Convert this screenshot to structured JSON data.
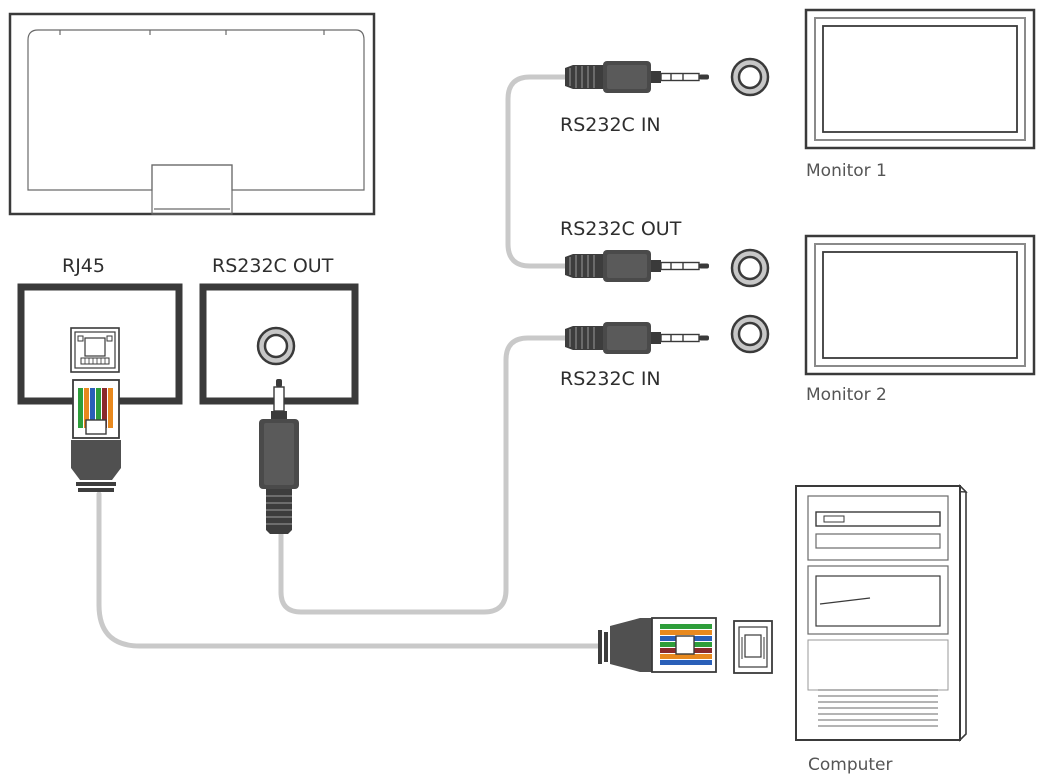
{
  "labels": {
    "rj45": "RJ45",
    "rs232c_out_display": "RS232C OUT",
    "rs232c_in_monitor1": "RS232C IN",
    "rs232c_out_monitor1": "RS232C OUT",
    "rs232c_in_monitor2": "RS232C IN",
    "monitor1": "Monitor 1",
    "monitor2": "Monitor 2",
    "computer": "Computer"
  },
  "colors": {
    "outline": "#3a3a3a",
    "cable": "#c9c9c9",
    "plug_dark": "#3d3d3d",
    "plug_body": "#505050",
    "wire_orange": "#e8891e",
    "wire_green": "#2e9e3a",
    "wire_blue": "#2a5fb8",
    "wire_brown": "#8a2a2a"
  },
  "icons": {
    "rj45_port": "ethernet-port-icon",
    "audio_jack": "stereo-jack-icon",
    "rj45_plug": "rj45-plug-icon",
    "jack_plug": "3.5mm-plug-icon"
  }
}
